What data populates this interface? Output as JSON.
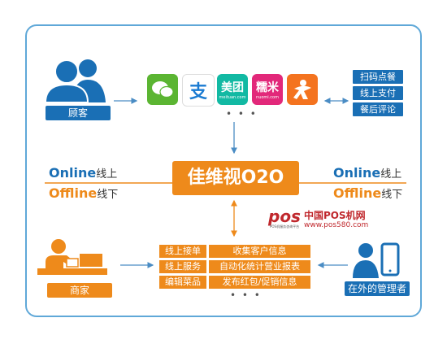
{
  "customer": {
    "label": "顾客"
  },
  "merchant": {
    "label": "商家"
  },
  "manager": {
    "label": "在外的管理者"
  },
  "apps": [
    {
      "name": "wechat-icon",
      "color": "#5bb532",
      "text": ""
    },
    {
      "name": "alipay-icon",
      "color": "#ffffff",
      "text": "支"
    },
    {
      "name": "meituan-icon",
      "color": "#12b9a3",
      "text": "美团",
      "sub": "meituan.com"
    },
    {
      "name": "nuomi-icon",
      "color": "#e2287a",
      "text": "糯米",
      "sub": "nuomi.com"
    },
    {
      "name": "dianping-icon",
      "color": "#f4731f",
      "text": ""
    }
  ],
  "apps_more": "• • •",
  "features": [
    "扫码点餐",
    "线上支付",
    "餐后评论"
  ],
  "center": {
    "title": "佳维视O2O"
  },
  "online_left": {
    "en": "Online",
    "zh": "线上"
  },
  "offline_left": {
    "en": "Offline",
    "zh": "线下"
  },
  "online_right": {
    "en": "Online",
    "zh": "线上"
  },
  "offline_right": {
    "en": "Offline",
    "zh": "线下"
  },
  "services": [
    [
      "线上接单",
      "收集客户信息"
    ],
    [
      "线上服务",
      "自动化统计营业报表"
    ],
    [
      "编辑菜品",
      "发布红包/促销信息"
    ]
  ],
  "services_more": "• • •",
  "watermark": {
    "logo": "pos",
    "title": "中国POS机网",
    "url": "www.pos580.com",
    "tagline": "POS机服务咨询平台"
  },
  "colors": {
    "blue": "#1a6fb5",
    "orange": "#ee8a1b",
    "frame": "#5fa8d8"
  }
}
